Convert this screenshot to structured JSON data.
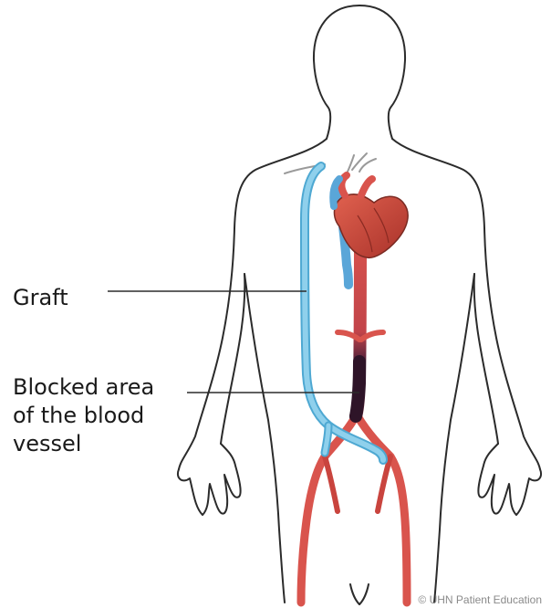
{
  "labels": {
    "graft": "Graft",
    "blocked_line1": "Blocked area",
    "blocked_line2": "of the blood",
    "blocked_line3": "vessel"
  },
  "copyright": "© UHN Patient Education",
  "colors": {
    "outline": "#2b2b2b",
    "artery": "#d9544d",
    "artery_dark": "#b8322c",
    "graft": "#8fd0ec",
    "graft_dark": "#4ea8d2",
    "vein": "#5aa6d8",
    "heart": "#c8483a",
    "blockage": "#3a1a2e"
  },
  "icons": [
    "human-body-outline",
    "heart-illustration"
  ]
}
